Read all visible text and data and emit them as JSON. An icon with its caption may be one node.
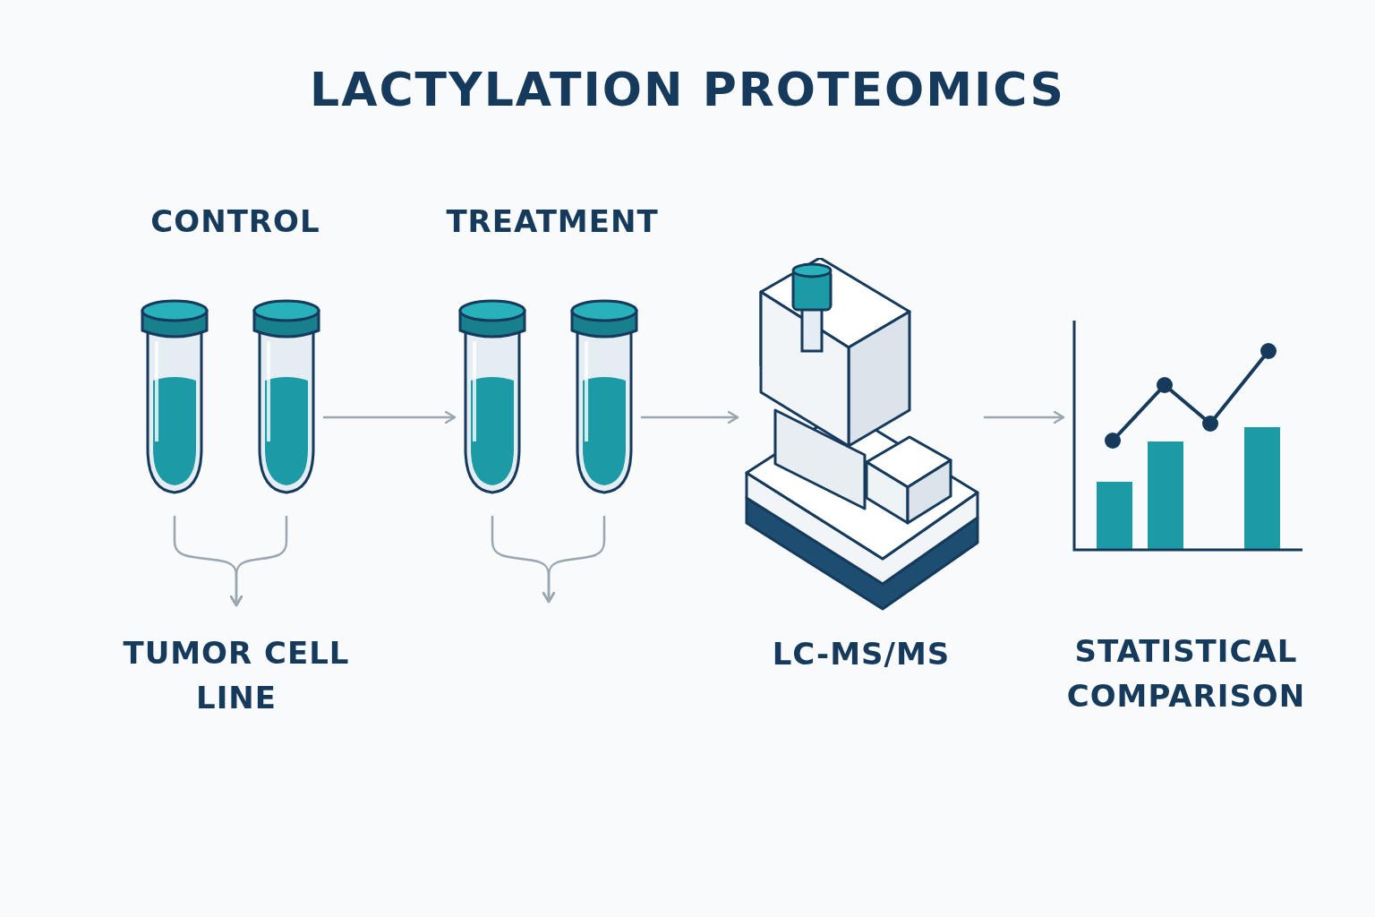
{
  "diagram": {
    "title": "LACTYLATION PROTEOMICS",
    "nodes": [
      {
        "text": [],
        "shape": "picture"
      },
      {
        "text": [],
        "shape": "picture"
      },
      {
        "text": [],
        "shape": "picture"
      },
      {
        "text": [],
        "shape": "picture"
      },
      {
        "text": [],
        "shape": "picture"
      },
      {
        "text": [],
        "shape": "picture"
      },
      {
        "text": [
          "TUMOR CELL LINE"
        ]
      }
    ],
    "edges": [
      {
        "from": 0,
        "to": 6,
        "arrow": "to"
      },
      {
        "from": 1,
        "to": 6,
        "arrow": "to"
      },
      {
        "from": 2,
        "to": null,
        "arrow": "to"
      },
      {
        "from": 3,
        "to": null,
        "arrow": "to"
      },
      {
        "from": 1,
        "to": 2,
        "arrow": "to"
      },
      {
        "from": 3,
        "to": 4,
        "arrow": "to"
      },
      {
        "from": 4,
        "to": 5,
        "arrow": "to"
      }
    ],
    "labels": [
      "CONTROL",
      "TREATMENT",
      "LC-MS/MS",
      "STATISTICAL COMPARISON"
    ]
  }
}
